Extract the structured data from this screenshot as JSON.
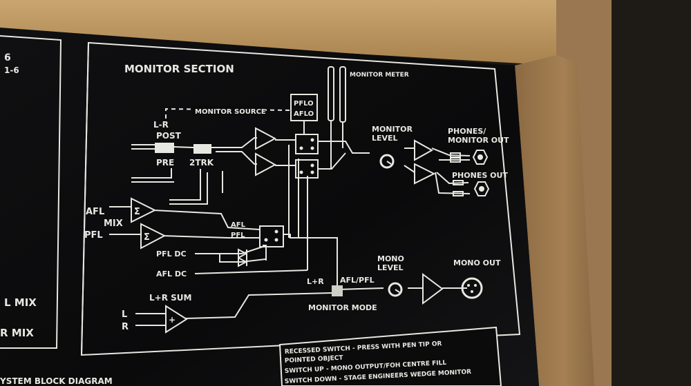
{
  "panel": {
    "section_title": "MONITOR SECTION",
    "meter_label": "MONITOR METER",
    "monitor_source": "MONITOR SOURCE",
    "lr": "L-R",
    "post": "POST",
    "pre": "PRE",
    "two_trk": "2TRK",
    "pfl_box_1": "PFLO",
    "pfl_box_2": "AFLO",
    "monitor_level_1": "MONITOR",
    "monitor_level_2": "LEVEL",
    "phones_monitor_out_1": "PHONES/",
    "phones_monitor_out_2": "MONITOR OUT",
    "phones_out": "PHONES OUT",
    "afl": "AFL",
    "mix": "MIX",
    "pfl": "PFL",
    "sigma": "Σ",
    "afl_small": "AFL",
    "pfl_small": "PFL",
    "pfl_dc": "PFL DC",
    "afl_dc": "AFL DC",
    "lr_label": "L+R",
    "afl_pfl": "AFL/PFL",
    "monitor_mode": "MONITOR MODE",
    "mono_level_1": "MONO",
    "mono_level_2": "LEVEL",
    "mono_out": "MONO OUT",
    "lr_sum": "L+R SUM",
    "l": "L",
    "r": "R",
    "plus": "+",
    "left_top_1": "6",
    "left_top_2": "1-6",
    "left_mix_1": "L MIX",
    "left_mix_2": "R MIX",
    "block_diagram": "YSTEM BLOCK DIAGRAM"
  },
  "note": {
    "line1": "RECESSED SWITCH - PRESS WITH PEN TIP OR",
    "line2": "POINTED OBJECT",
    "line3": "SWITCH UP - MONO OUTPUT/FOH CENTRE FILL",
    "line4": "SWITCH DOWN - STAGE ENGINEERS WEDGE MONITOR"
  },
  "colors": {
    "panel": "#0b0b0c",
    "print": "#e8e8e2",
    "wood": "#b08a5a",
    "chipboard": "#8a6a45",
    "dark_cabinet": "#1b1713"
  }
}
